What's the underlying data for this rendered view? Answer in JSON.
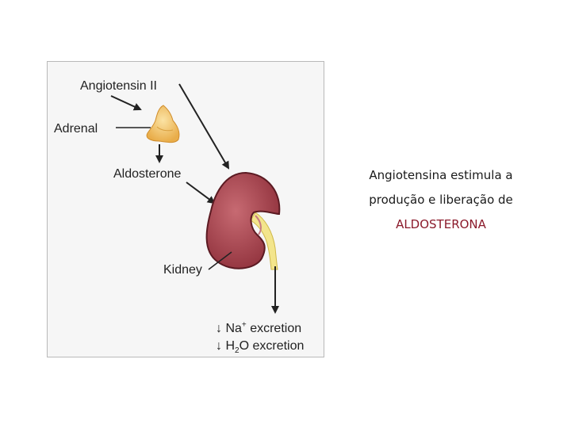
{
  "diagram": {
    "labels": {
      "angiotensin": "Angiotensin II",
      "adrenal": "Adrenal",
      "aldosterone": "Aldosterone",
      "kidney": "Kidney"
    },
    "excretion": [
      {
        "arrow": "↓",
        "pre": "Na",
        "sup": "+",
        "sub": "",
        "post": " excretion"
      },
      {
        "arrow": "↓",
        "pre": "H",
        "sup": "",
        "sub": "2",
        "post": "O excretion"
      }
    ],
    "colors": {
      "kidney": "#9c3a45",
      "kidney_highlight": "#c76a72",
      "adrenal": "#f2c46a",
      "ureter": "#f3e58c",
      "arrow": "#222222"
    }
  },
  "caption": {
    "line1": "Angiotensina estimula a",
    "line2": "produção e liberação de",
    "highlight": "ALDOSTERONA"
  }
}
